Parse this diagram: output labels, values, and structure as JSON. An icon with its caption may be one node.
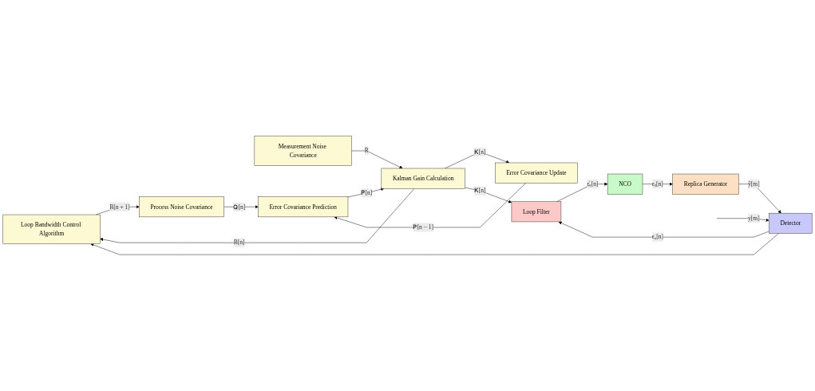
{
  "diagram": {
    "nodes": [
      {
        "text": [
          "Loop Bandwidth Control Algorithm"
        ]
      },
      {
        "text": [
          "Measurement Noise Covariance"
        ]
      },
      {
        "text": [
          "Process Noise Covariance"
        ]
      },
      {
        "text": [
          "Error Covariance Prediction"
        ]
      },
      {
        "text": [
          "Error Covariance Update"
        ]
      },
      {
        "text": [
          "Kalman Gain Calculation"
        ]
      },
      {
        "text": [
          "Detector"
        ]
      },
      {
        "text": [
          "Loop Filter"
        ]
      },
      {
        "text": [
          "NCO"
        ]
      },
      {
        "text": [
          "Replica Generator"
        ]
      }
    ],
    "edges": [
      {
        "from": 5,
        "to": 0,
        "arrow": "to",
        "label": "B[n]"
      },
      {
        "from": 6,
        "to": 0,
        "arrow": "to"
      },
      {
        "from": 0,
        "to": 2,
        "arrow": "to",
        "label": "B[n + 1]"
      },
      {
        "from": 1,
        "to": 5,
        "arrow": "to",
        "label": "R"
      },
      {
        "from": 2,
        "to": 3,
        "arrow": "to",
        "label": "𝐐[n]"
      },
      {
        "from": 3,
        "to": 5,
        "arrow": "to",
        "label": "𝐏̂[n]"
      },
      {
        "from": 5,
        "to": 4,
        "arrow": "to",
        "label": "𝐊[n]"
      },
      {
        "from": 4,
        "to": 3,
        "arrow": "to",
        "label": "𝐏[n − 1]"
      },
      {
        "from": 5,
        "to": 7,
        "arrow": "to",
        "label": "𝐊[n]"
      },
      {
        "from": 6,
        "to": 7,
        "arrow": "to",
        "label": "ϵᵤ[n]"
      },
      {
        "from": 7,
        "to": 8,
        "arrow": "to",
        "label": "ϵ̇ₛ[n]"
      },
      {
        "from": 8,
        "to": 9,
        "arrow": "to",
        "label": "ϵₛ[n]"
      },
      {
        "from": 9,
        "to": 6,
        "arrow": "to",
        "label": "ŷ[m]"
      },
      {
        "from": null,
        "to": 6,
        "arrow": "to",
        "label": "y[m]"
      }
    ]
  }
}
